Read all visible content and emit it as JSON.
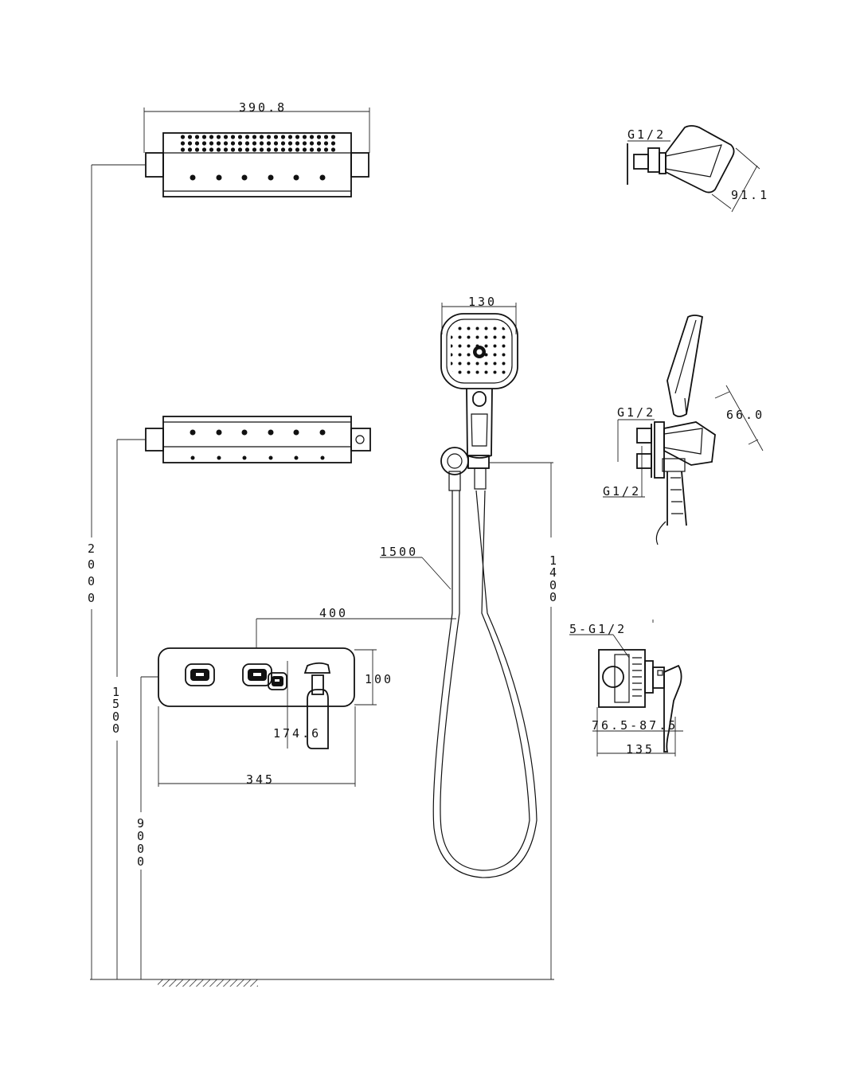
{
  "labels": {
    "top_bar_width": "390.8",
    "g12_top": "G1/2",
    "depth_top": "91.1",
    "hand_shower_width": "130",
    "g12_holder_upper": "G1/2",
    "depth_holder": "66.0",
    "g12_holder_lower": "G1/2",
    "hose_length": "1500",
    "offset_400": "400",
    "valve_inlets": "5-G1/2",
    "panel_height": "100",
    "lever_length": "174.6",
    "valve_depth_range": "76.5-87.5",
    "valve_width": "135",
    "panel_width": "345"
  },
  "vertical": {
    "h2000": [
      "2",
      "0",
      "0",
      "0"
    ],
    "h1500": [
      "1",
      "5",
      "0",
      "0"
    ],
    "h9000": [
      "9",
      "0",
      "0",
      "0"
    ],
    "h1400": [
      "1",
      "4",
      "0",
      "0"
    ]
  },
  "colors": {
    "line": "#111111",
    "background": "#ffffff"
  }
}
